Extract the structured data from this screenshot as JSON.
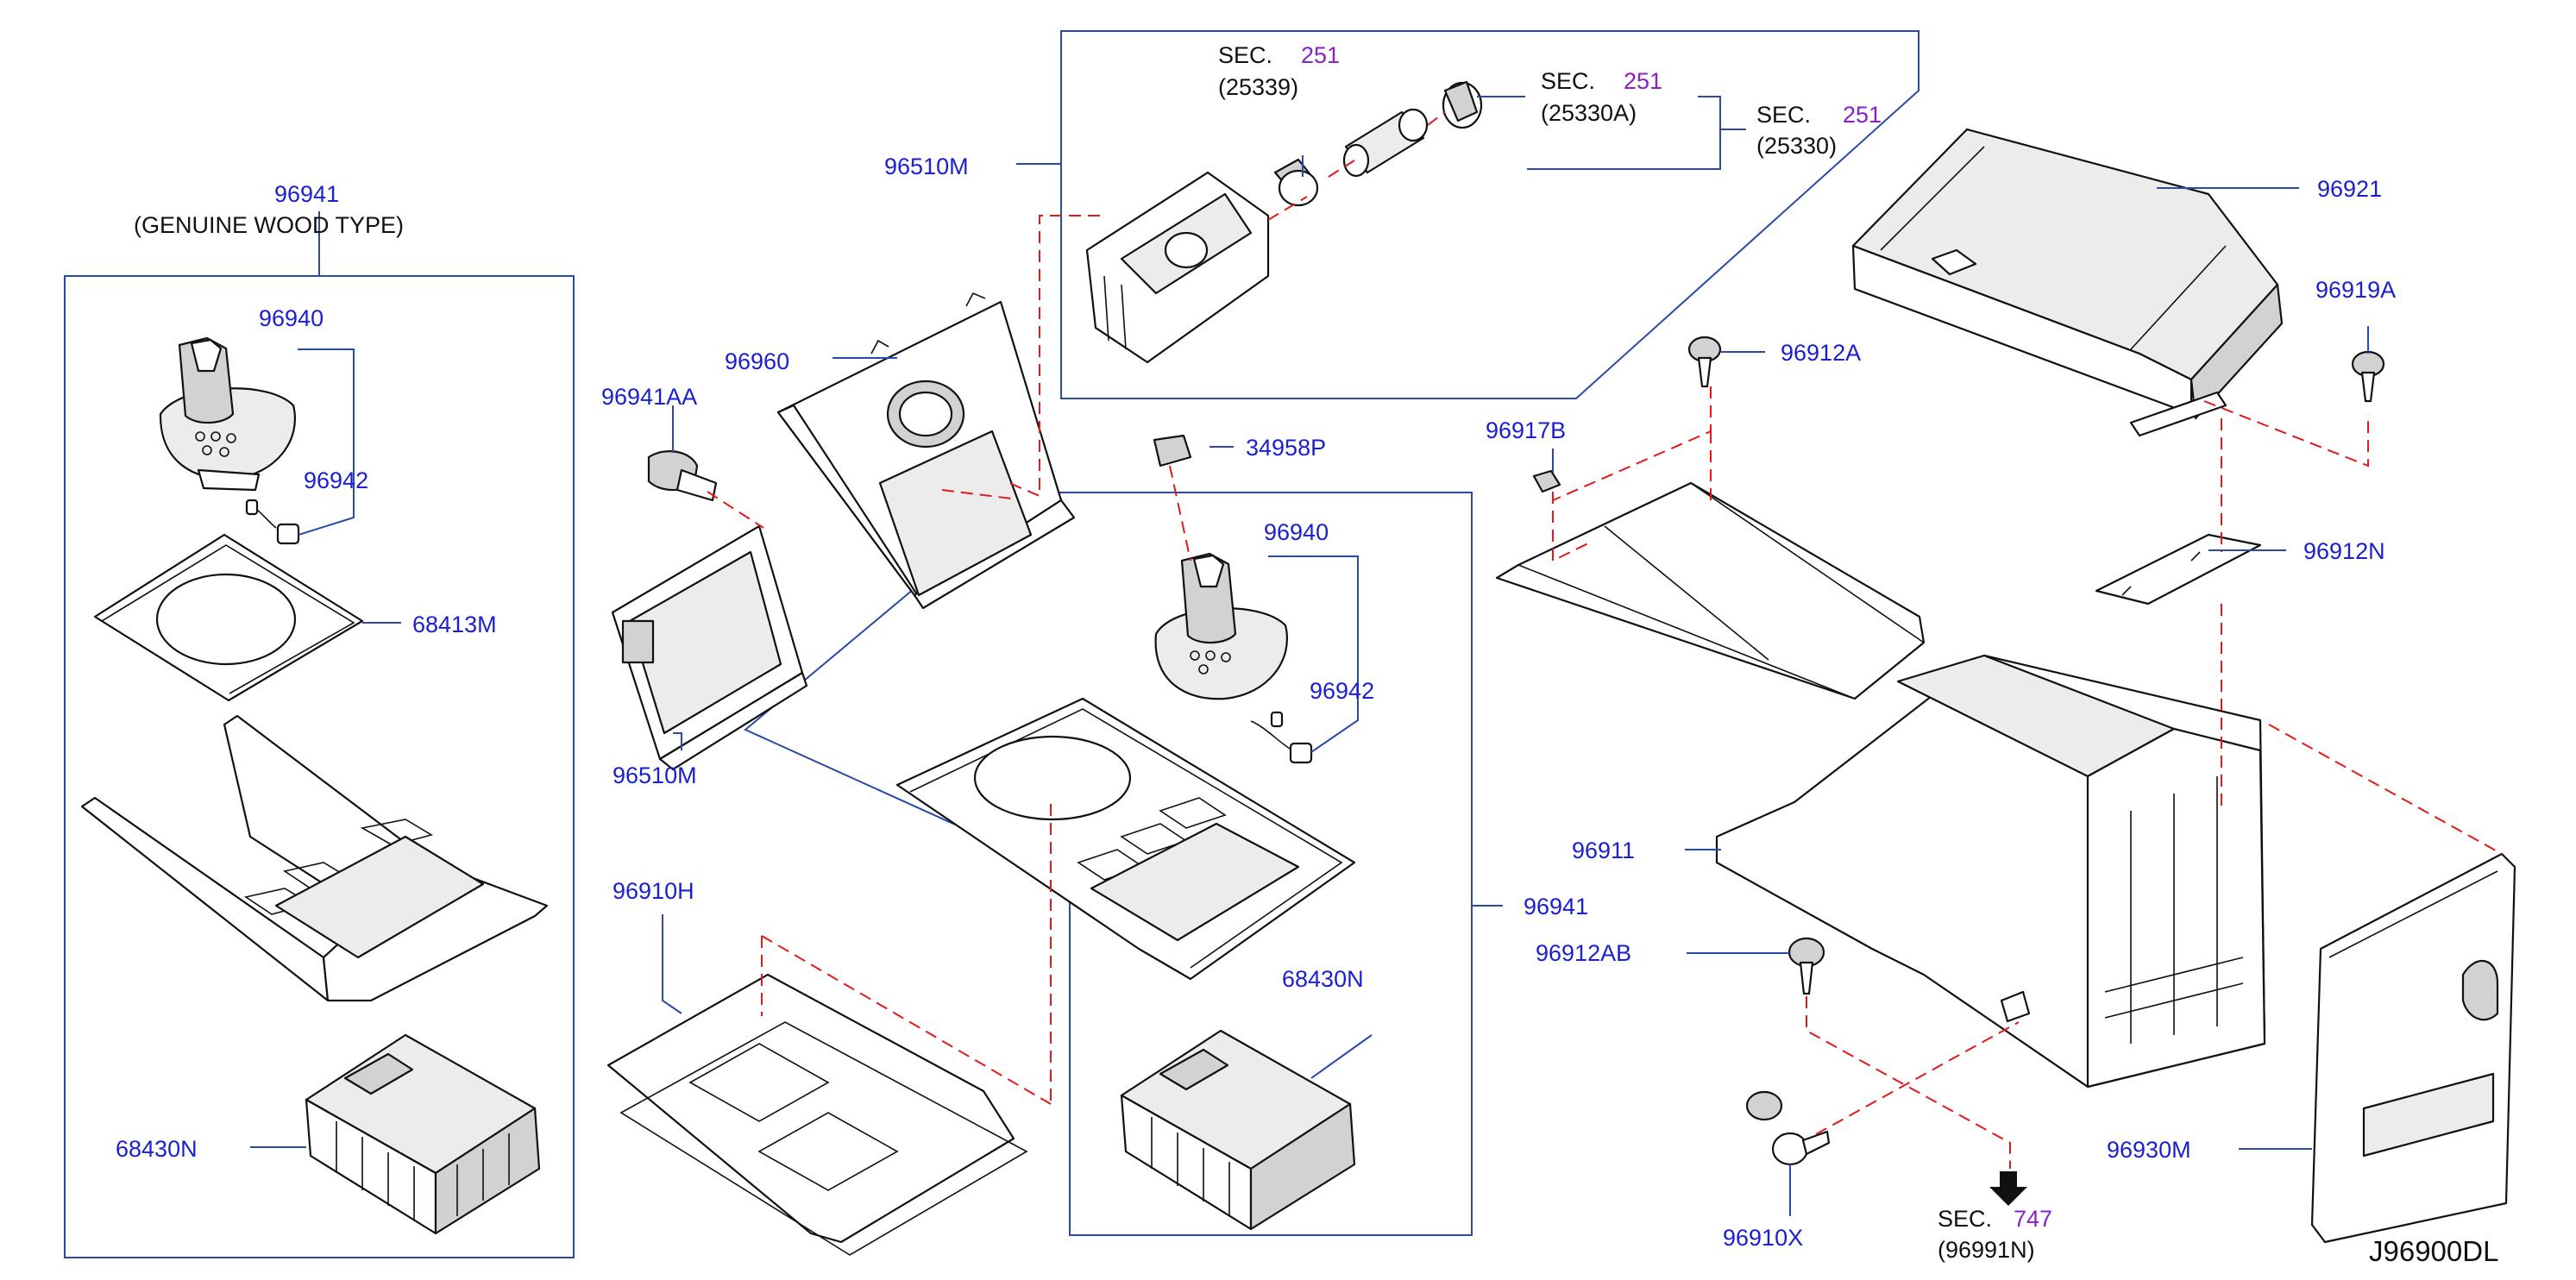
{
  "diagram_code": "J96900DL",
  "labels": {
    "l96941_left": "96941",
    "genuine_wood": "(GENUINE   WOOD   TYPE)",
    "l96940_left": "96940",
    "l96942_left": "96942",
    "l68413M": "68413M",
    "l68430N_left": "68430N",
    "l96960": "96960",
    "l96941AA": "96941AA",
    "l96510M_bottom": "96510M",
    "l96510M_top": "96510M",
    "l96910H": "96910H",
    "l34958P": "34958P",
    "l96940_mid": "96940",
    "l96942_mid": "96942",
    "l96941_mid": "96941",
    "l68430N_mid": "68430N",
    "l96921": "96921",
    "l96919A": "96919A",
    "l96912A": "96912A",
    "l96917B": "96917B",
    "l96912N": "96912N",
    "l96911": "96911",
    "l96912AB": "96912AB",
    "l96910X": "96910X",
    "l96930M": "96930M"
  },
  "sections": [
    {
      "id": "sec1",
      "sec": "SEC.",
      "num": "251",
      "ref": "(25339)"
    },
    {
      "id": "sec2",
      "sec": "SEC.",
      "num": "251",
      "ref": "(25330A)"
    },
    {
      "id": "sec3",
      "sec": "SEC.",
      "num": "251",
      "ref": "(25330)"
    },
    {
      "id": "sec4",
      "sec": "SEC.",
      "num": "747",
      "ref": "(96991N)"
    }
  ],
  "colors": {
    "label_blue": "#1a1fcf",
    "section_purple": "#8a1fc8",
    "dash_red": "#e01a1a",
    "frame_blue": "#2a4aa8"
  }
}
